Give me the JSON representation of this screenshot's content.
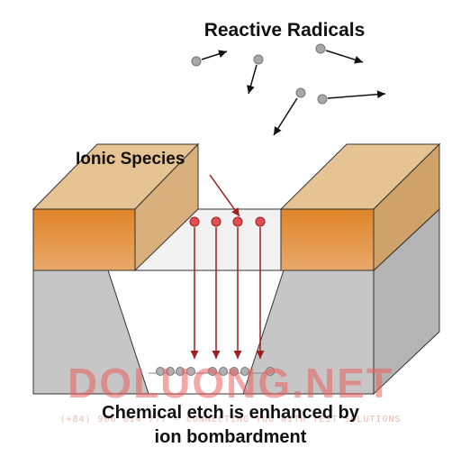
{
  "title": "Reactive Radicals",
  "ionic_label": "Ionic Species",
  "caption_line1": "Chemical etch is enhanced by",
  "caption_line2": "ion bombardment",
  "watermark": {
    "main": "DOLUONG.NET",
    "sub": "(+84) 906 814 777 — CONNECTING YOU WITH TEST SOLUTIONS"
  },
  "colors": {
    "mask_front": "#e48a32",
    "mask_top": "#e6c393",
    "substrate": "#c6c6c6",
    "ion": "#c0282a",
    "radical": "#a8a8a8"
  },
  "counts": {
    "ions": 4,
    "radicals": 5,
    "surface_atoms": 11
  }
}
